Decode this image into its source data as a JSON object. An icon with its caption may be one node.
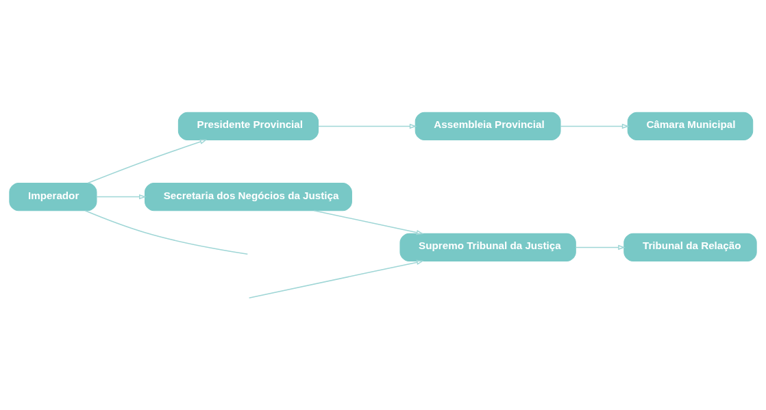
{
  "diagram": {
    "nodes": [
      {
        "text": [
          "Imperador"
        ]
      },
      {
        "text": [
          "Presidente Provincial"
        ]
      },
      {
        "text": [
          "Assembleia Provincial"
        ]
      },
      {
        "text": [
          "Câmara Municipal"
        ]
      },
      {
        "text": [
          "Secretaria dos Negócios da Justiça"
        ]
      },
      {
        "text": [
          "Supremo Tribunal da Justiça"
        ]
      },
      {
        "text": [
          "Tribunal da Relação"
        ]
      }
    ],
    "edges": [
      {
        "from": 0,
        "to": 1,
        "arrow": "to"
      },
      {
        "from": 1,
        "to": 2,
        "arrow": "to"
      },
      {
        "from": 2,
        "to": 3,
        "arrow": "to"
      },
      {
        "from": 0,
        "to": 4,
        "arrow": "to"
      },
      {
        "from": 4,
        "to": 5,
        "arrow": "to"
      },
      {
        "from": 5,
        "to": 6,
        "arrow": "to"
      },
      {
        "from": null,
        "to": 5,
        "arrow": "to"
      },
      {
        "from": 0,
        "to": null,
        "arrow": "none"
      }
    ]
  }
}
